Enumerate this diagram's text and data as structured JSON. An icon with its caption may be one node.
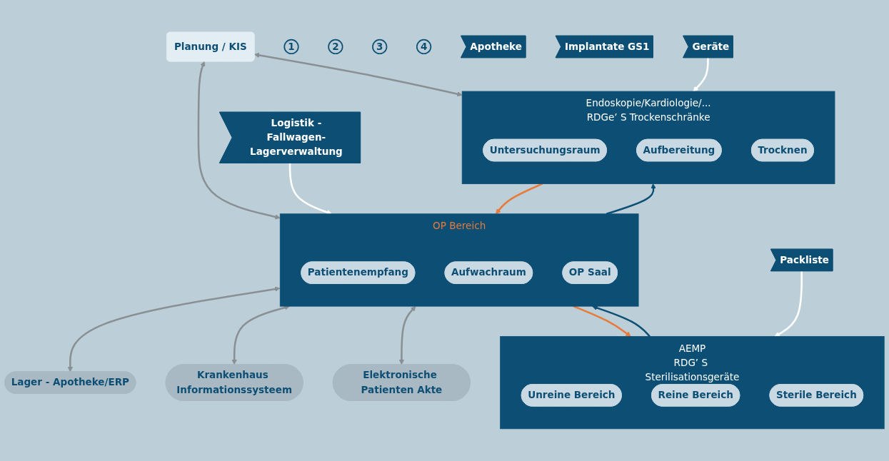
{
  "diagram": {
    "nodes": [
      {
        "text": [
          "Krankenhaus Informationssysteem"
        ]
      },
      {
        "text": [
          "Lager - Apotheke/ERP"
        ]
      },
      {
        "text": [
          "Elektronische Patienten Akte"
        ]
      },
      {
        "text": [
          "Planung / KIS"
        ]
      },
      {
        "text": [
          "1"
        ]
      },
      {
        "text": [
          "AEMP"
        ],
        "beside": [
          "RDG’ S Sterilisationsgeräte"
        ]
      },
      {
        "text": [
          "Unreine Bereich"
        ],
        "in": 5
      },
      {
        "text": [
          "Reine Bereich"
        ],
        "in": 5
      },
      {
        "text": [
          "Sterile Bereich"
        ],
        "in": 5
      },
      {
        "text": [
          "2"
        ]
      },
      {
        "text": [
          "OP Bereich"
        ]
      },
      {
        "text": [
          "Patientenempfang"
        ],
        "in": 10
      },
      {
        "text": [
          "Aufwachraum"
        ],
        "in": 10
      },
      {
        "text": [
          "OP Saal"
        ],
        "in": 10
      },
      {
        "text": [
          "3"
        ]
      },
      {
        "text": [
          "Endoskopie/Kardiologie/..."
        ],
        "beside": [
          "RDGe’ S Trockenschränke"
        ]
      },
      {
        "text": [
          "Untersuchungsraum"
        ],
        "in": 15
      },
      {
        "text": [
          "Aufbereitung"
        ],
        "in": 15
      },
      {
        "text": [
          "Trocknen"
        ],
        "in": 15
      },
      {
        "text": [
          "4"
        ]
      },
      {
        "text": [
          "Packliste"
        ]
      },
      {
        "text": [
          "Apotheke"
        ]
      },
      {
        "text": [
          "Logistik -",
          "Fallwagen-Lagerverwaltung"
        ]
      },
      {
        "text": [
          "Implantate GS1"
        ]
      },
      {
        "text": [
          "Geräte"
        ]
      }
    ],
    "edges": [
      {
        "from": 10,
        "to": 1,
        "arrow": "both"
      },
      {
        "from": 10,
        "to": 0,
        "arrow": "both"
      },
      {
        "from": 10,
        "to": 2,
        "arrow": "both"
      },
      {
        "from": 3,
        "to": 10,
        "arrow": "both"
      },
      {
        "from": 3,
        "to": 15,
        "arrow": "both"
      },
      {
        "from": 5,
        "to": 10,
        "arrow": "to",
        "color": "#0d4f74"
      },
      {
        "from": 10,
        "to": 15,
        "arrow": "to",
        "color": "#0d4f74"
      },
      {
        "from": 10,
        "to": 5,
        "arrow": "to",
        "color": "#e87a3a"
      },
      {
        "from": 15,
        "to": 10,
        "arrow": "to",
        "color": "#e87a3a"
      },
      {
        "from": 20,
        "to": 5,
        "arrow": "to",
        "color": "#ffffff"
      },
      {
        "from": 22,
        "to": 10,
        "arrow": "to",
        "color": "#ffffff"
      },
      {
        "from": 24,
        "to": 15,
        "arrow": "to",
        "color": "#ffffff"
      }
    ]
  }
}
